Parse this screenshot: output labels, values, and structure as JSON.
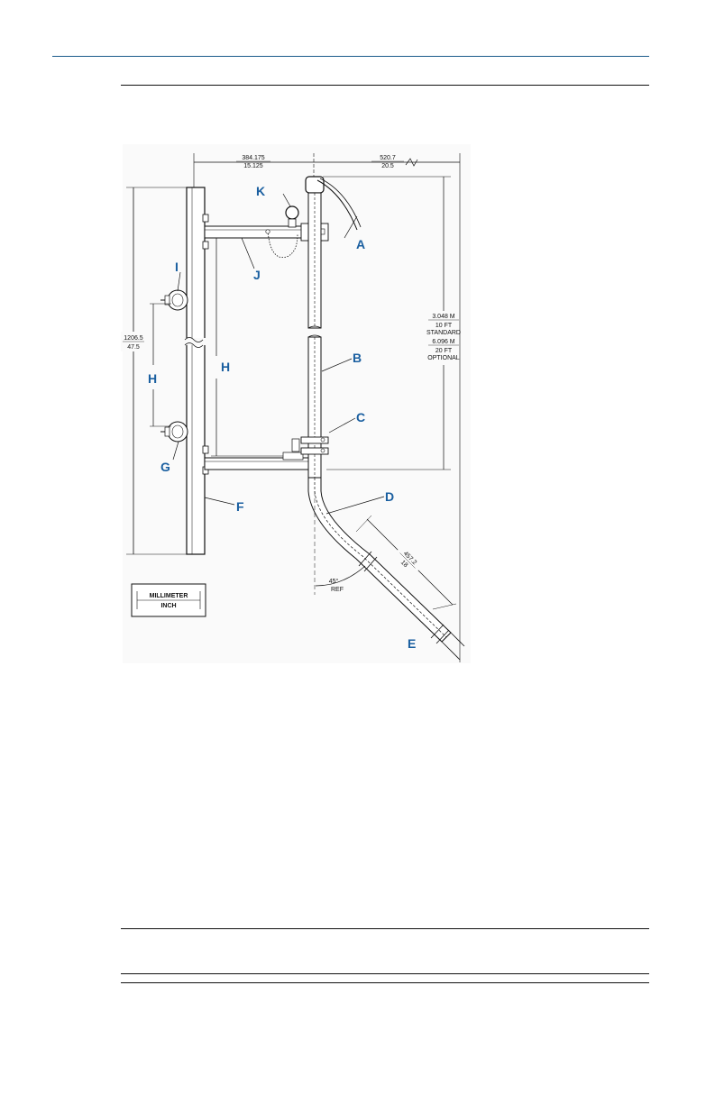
{
  "colors": {
    "header_rule": "#1a5a8a",
    "callout": "#1a5fa0",
    "ink": "#111111"
  },
  "callouts": {
    "A": "A",
    "B": "B",
    "C": "C",
    "D": "D",
    "E": "E",
    "F": "F",
    "G": "G",
    "H_left": "H",
    "H_mid": "H",
    "I": "I",
    "J": "J",
    "K": "K"
  },
  "dimensions": {
    "top_left_mm": "384.175",
    "top_left_in": "15.125",
    "top_right_mm": "520.7",
    "top_right_in": "20.5",
    "height_mm": "1206.5",
    "height_in": "47.5",
    "tube_std_mm": "3.048 M",
    "tube_std_ft": "10 FT",
    "tube_std_label": "STANDARD",
    "tube_opt_mm": "6.096 M",
    "tube_opt_ft": "20 FT",
    "tube_opt_label": "OPTIONAL",
    "angled_mm": "457.2",
    "angled_in": "18",
    "angle": "45°",
    "angle_ref": "REF"
  },
  "legend": {
    "top": "MILLIMETER",
    "bottom": "INCH"
  }
}
